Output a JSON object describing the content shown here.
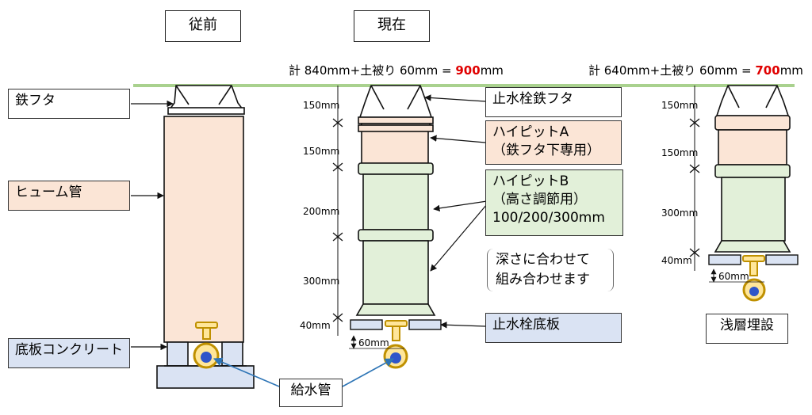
{
  "headers": {
    "before": "従前",
    "now": "現在"
  },
  "totals": {
    "center": {
      "prefix": "計 840mm+土被り 60mm = ",
      "value": "900",
      "unit": "mm"
    },
    "right": {
      "prefix": "計 640mm+土被り 60mm = ",
      "value": "700",
      "unit": "mm"
    }
  },
  "labels": {
    "iron_lid": "鉄フタ",
    "hume_pipe": "ヒューム管",
    "base_concrete": "底板コンクリート",
    "stopcock_lid": "止水栓鉄フタ",
    "hipit_a_line1": "ハイピットA",
    "hipit_a_line2": "（鉄フタ下専用）",
    "hipit_b_line1": "ハイピットB",
    "hipit_b_line2": "（高さ調節用）",
    "hipit_b_line3": "100/200/300mm",
    "note_line1": "深さに合わせて",
    "note_line2": "組み合わせます",
    "stopcock_base": "止水栓底板",
    "shallow": "浅層埋設",
    "water_pipe": "給水管"
  },
  "dims_center": {
    "lid": "150mm",
    "hipit_a": "150mm",
    "hipit_b1": "200mm",
    "hipit_b2": "300mm",
    "base": "40mm",
    "cover": "60mm"
  },
  "dims_right": {
    "lid": "150mm",
    "hipit_a": "150mm",
    "hipit_b": "300mm",
    "base": "40mm",
    "cover": "60mm"
  },
  "colors": {
    "ground": "#a9d18e",
    "peach": "#fbe5d6",
    "green": "#e2f0d9",
    "blue": "#dae3f3",
    "arrow_blue": "#2e75b6",
    "valve_gold": "#bf9000",
    "valve_fill": "#ffe699",
    "pipe_blue": "#2f55c9"
  }
}
